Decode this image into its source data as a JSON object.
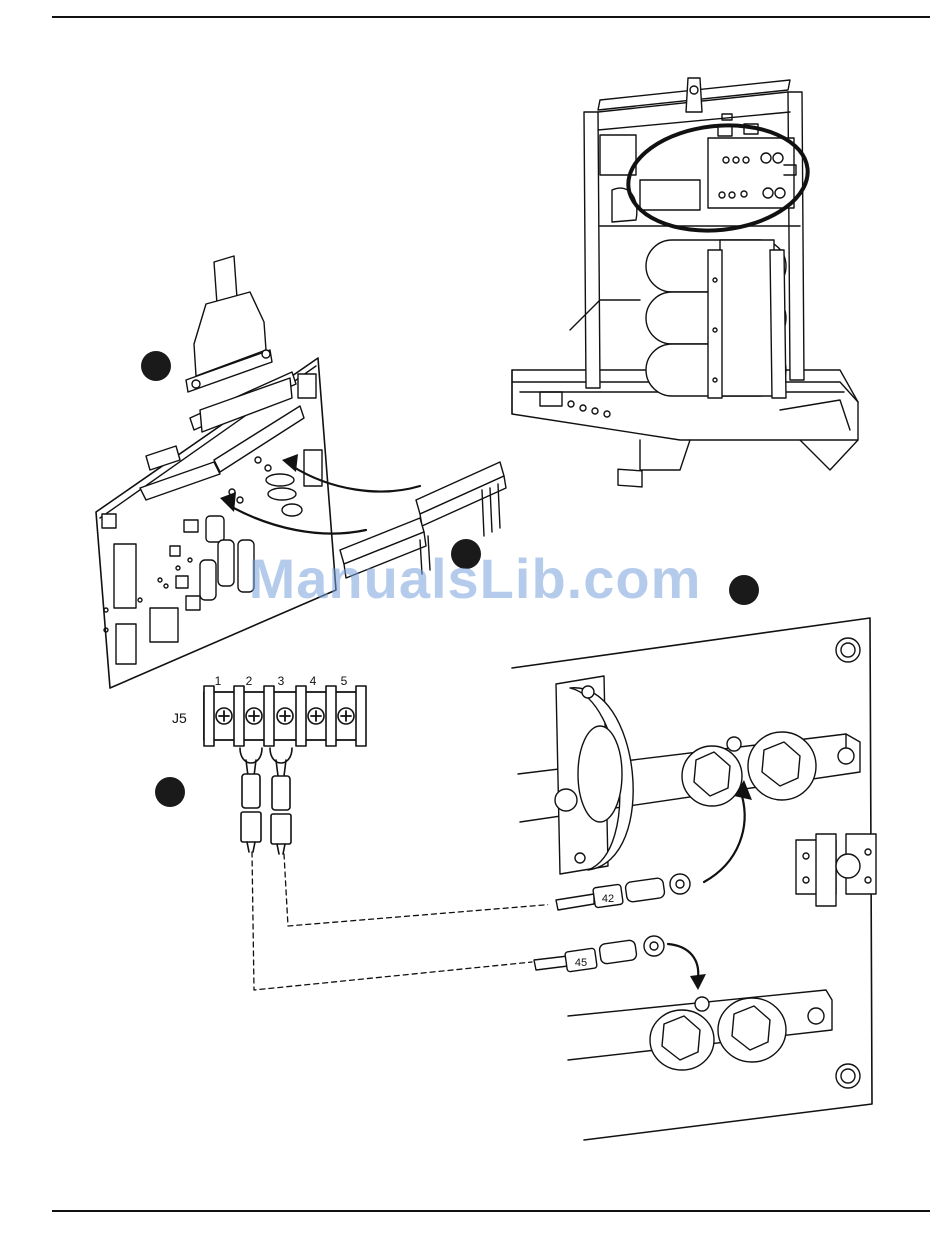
{
  "watermark": "ManualsLib.com",
  "terminal_block": {
    "name": "J5",
    "positions": [
      "1",
      "2",
      "3",
      "4",
      "5"
    ]
  },
  "wires": [
    {
      "label": "42"
    },
    {
      "label": "45"
    }
  ],
  "colors": {
    "ink": "#111111",
    "paper": "#ffffff",
    "cap_fill": "#f2f2f2",
    "watermark": "#78a0dc"
  }
}
